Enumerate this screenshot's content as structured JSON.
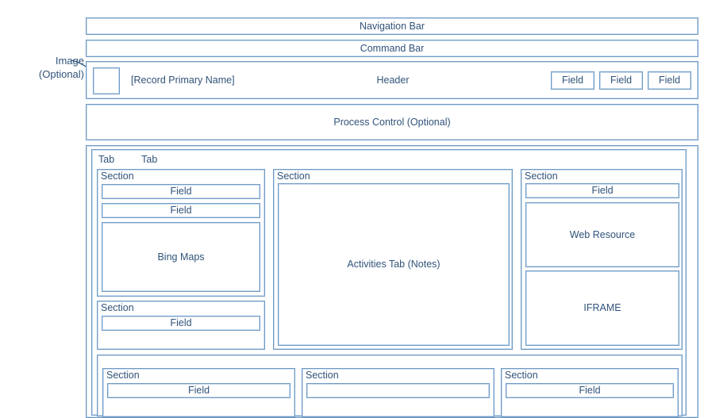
{
  "annotation": {
    "line1": "Image",
    "line2": "(Optional)",
    "arrow": "arrow-pointer"
  },
  "bars": {
    "navigation": "Navigation Bar",
    "command": "Command Bar"
  },
  "header": {
    "image_placeholder": "",
    "record_name": "[Record Primary Name]",
    "title": "Header",
    "fields": [
      "Field",
      "Field",
      "Field"
    ]
  },
  "process_control": {
    "label": "Process Control (Optional)"
  },
  "body": {
    "tabs": [
      "Tab",
      "Tab"
    ],
    "columns": {
      "left": {
        "section1": {
          "title": "Section",
          "field1": "Field",
          "field2": "Field",
          "control": "Bing Maps"
        },
        "section2": {
          "title": "Section",
          "field1": "Field"
        }
      },
      "middle": {
        "section": {
          "title": "Section",
          "control": "Activities Tab (Notes)"
        }
      },
      "right": {
        "section": {
          "title": "Section",
          "field1": "Field",
          "control1": "Web Resource",
          "control2": "IFRAME"
        }
      }
    },
    "bottom_row": [
      {
        "title": "Section",
        "field1": "Field"
      },
      {
        "title": "Section",
        "field1": ""
      },
      {
        "title": "Section",
        "field1": "Field"
      }
    ]
  },
  "colors": {
    "line": "#6F9AC4",
    "line_light": "#C9DCEE",
    "text": "#31537A",
    "background": "#FFFFFF"
  }
}
